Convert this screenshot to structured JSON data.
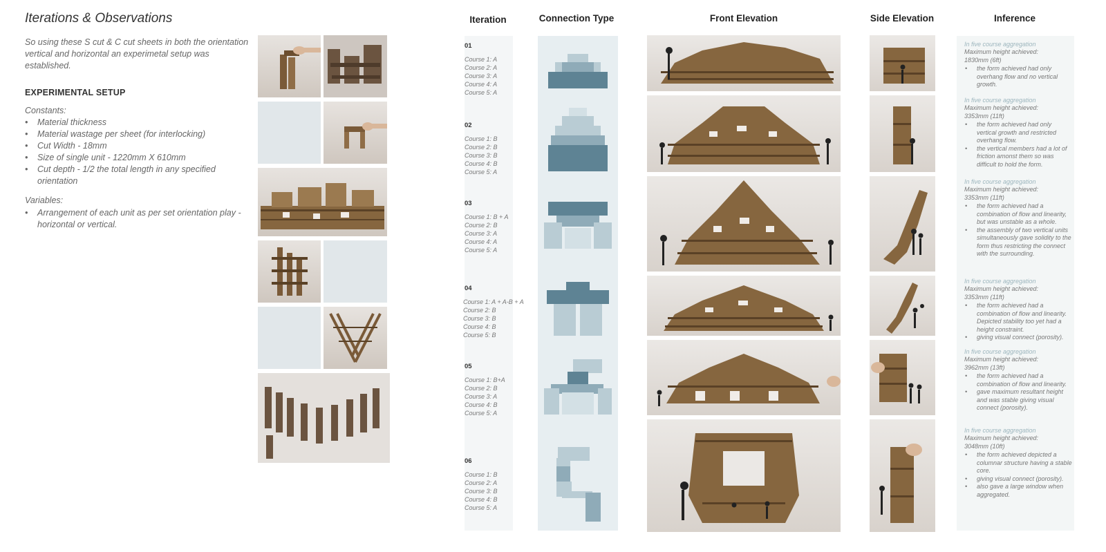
{
  "left": {
    "title": "Iterations & Observations",
    "intro": "So using these S cut & C cut sheets in both the orientation vertical and horizontal an experimetal setup was established.",
    "setup_heading": "EXPERIMENTAL SETUP",
    "constants_label": "Constants:",
    "constants": [
      "Material thickness",
      "Material wastage per sheet (for interlocking)",
      "Cut Width - 18mm",
      "Size of single unit - 1220mm X 610mm",
      "Cut depth - 1/2 the total length in any specified orientation"
    ],
    "variables_label": "Variables:",
    "variables": [
      "Arrangement of each unit as per set orientation play - horizontal or vertical."
    ]
  },
  "headers": {
    "iteration": "Iteration",
    "connection_type": "Connection Type",
    "front_elevation": "Front Elevation",
    "side_elevation": "Side Elevation",
    "inference": "Inference"
  },
  "iterations": [
    {
      "number": "01",
      "courses": [
        "Course 1: A",
        "Course 2: A",
        "Course 3: A",
        "Course 4: A",
        "Course 5: A"
      ],
      "tag": "In five course aggregation",
      "height_label": "Maximum height achieved:",
      "height_value": "1830mm (6ft)",
      "notes": [
        "the form achieved had only overhang flow and no vertical growth."
      ]
    },
    {
      "number": "02",
      "courses": [
        "Course 1: B",
        "Course 2: B",
        "Course 3: B",
        "Course 4: B",
        "Course 5: A"
      ],
      "tag": "In five course aggregation",
      "height_label": "Maximum height achieved:",
      "height_value": "3353mm (11ft)",
      "notes": [
        "the form achieved had only vertical growth and restricted overhang flow.",
        "the vertical members had a lot of friction amonst them so was difficult to hold the form."
      ]
    },
    {
      "number": "03",
      "courses": [
        "Course 1: B + A",
        "Course 2: B",
        "Course 3: A",
        "Course 4: A",
        "Course 5: A"
      ],
      "tag": "In five course aggregation",
      "height_label": "Maximum height achieved:",
      "height_value": "3353mm (11ft)",
      "notes": [
        "the form achieved had a combination of flow and linearity, but was unstable as a whole.",
        "the assembly of two vertical units simultaneously gave solidity to the form thus restricting the connect with the surrounding."
      ]
    },
    {
      "number": "04",
      "courses": [
        "Course 1: A + A-B + A",
        "Course 2: B",
        "Course 3: B",
        "Course 4: B",
        "Course 5: B"
      ],
      "tag": "In five course aggregation",
      "height_label": "Maximum height achieved:",
      "height_value": "3353mm (11ft)",
      "notes": [
        "the form achieved had a combination of flow and linearity. Depicted stability too yet had a height constraint.",
        "giving visual connect (porosity)."
      ]
    },
    {
      "number": "05",
      "courses": [
        "Course 1: B+A",
        "Course 2: B",
        "Course 3: A",
        "Course 4: B",
        "Course 5: A"
      ],
      "tag": "In five course aggregation",
      "height_label": "Maximum height achieved:",
      "height_value": "3962mm (13ft)",
      "notes": [
        "the form achieved had a combination of flow and linearity.",
        "gave maximum resultant height and was stable giving visual connect (porosity)."
      ]
    },
    {
      "number": "06",
      "courses": [
        "Course 1: B",
        "Course 2: A",
        "Course 3: B",
        "Course 4: B",
        "Course 5: A"
      ],
      "tag": "In five course aggregation",
      "height_label": "Maximum height achieved:",
      "height_value": "3048mm (10ft)",
      "notes": [
        "the form achieved depicted a columnar structure having a stable core.",
        "giving visual connect (porosity).",
        "also gave a large window when aggregated."
      ]
    }
  ],
  "colors": {
    "diagram_dark": "#5e8394",
    "diagram_light": "#b9ccd4",
    "wood": "#8a6a45",
    "wood_dark": "#5a4126",
    "accent_tag": "#9cb5bd"
  }
}
